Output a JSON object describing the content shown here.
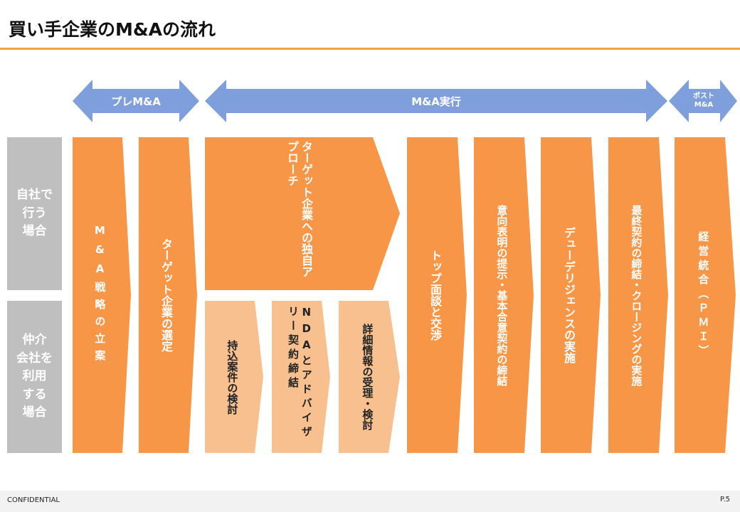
{
  "title": "買い手企業のM&Aの流れ",
  "phases": {
    "pre": "プレM&A",
    "exec": "M&A実行",
    "post": "ポスト\nM&A"
  },
  "side_labels": {
    "self": "自社で\n行う\n場合",
    "broker": "仲介\n会社を\n利用\nする\n場合"
  },
  "steps": {
    "strategy": "M&A戦略の立案",
    "target_select": "ターゲット企業の選定",
    "direct_approach": "ターゲット企業への独自アプローチ",
    "proposal": "持込案件の検討",
    "nda": "NDAとアドバイザリー契約締結",
    "info_review": "詳細情報の受理・検討",
    "top_meeting": "トップ面談と交渉",
    "loi": "意向表明の提示・基本合意契約の締結",
    "dd": "デューデリジェンスの実施",
    "closing": "最終契約の締結・クロージングの実施",
    "pmi": "経営統合（ＰＭＩ）"
  },
  "colors": {
    "orange": "#f79646",
    "light_orange": "#f9c08f",
    "blue": "#7f9fdc",
    "gray": "#bfbfbf",
    "accent_rule": "#f4a23b"
  },
  "footer": {
    "left": "CONFIDENTIAL",
    "right": "P.5"
  }
}
